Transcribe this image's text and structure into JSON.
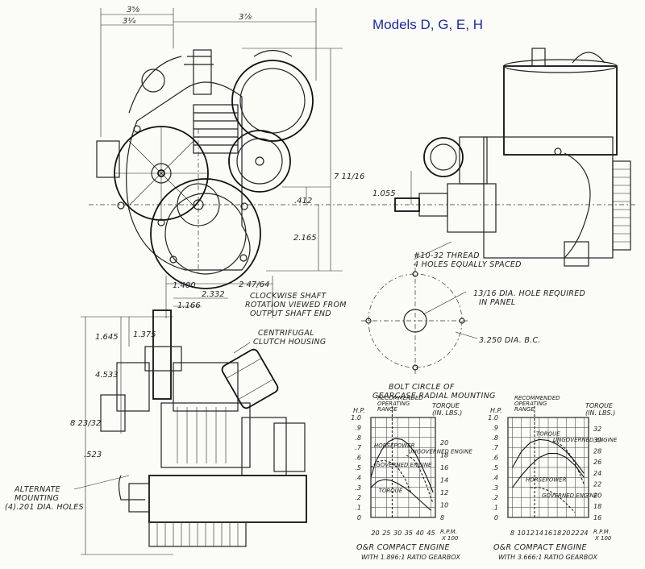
{
  "title": "Models D, G, E, H",
  "front_view": {
    "dims": {
      "overall_width": "3⅝",
      "left_width": "3¼",
      "right_width": "3⅞",
      "height": "7 11/16",
      "center_offset": ".412",
      "lower_height": "2.165",
      "offset_1400": "1.400",
      "offset_2_47_64": "2 47/64"
    }
  },
  "side_view": {
    "dims": {
      "shaft_height": "1.055"
    },
    "thread_note_1": "#10-32 THREAD",
    "thread_note_2": "4 HOLES EQUALLY SPACED"
  },
  "bolt_circle": {
    "hole_note_1": "13/16 DIA. HOLE REQUIRED",
    "hole_note_2": "IN PANEL",
    "bc_note": "3.250 DIA. B.C.",
    "caption_1": "BOLT CIRCLE OF",
    "caption_2": "GEARCASE RADIAL MOUNTING"
  },
  "bottom_view": {
    "dims": {
      "d_2332": "2.332",
      "d_1166": "1.166",
      "d_1645": "1.645",
      "d_1375": "1.375",
      "d_4533": "4.533",
      "d_height": "8 23/32",
      "d_523": ".523"
    },
    "rotation_note_1": "CLOCKWISE SHAFT",
    "rotation_note_2": "ROTATION VIEWED FROM",
    "rotation_note_3": "OUTPUT SHAFT END",
    "clutch_note_1": "CENTRIFUGAL",
    "clutch_note_2": "CLUTCH HOUSING",
    "mount_note_1": "ALTERNATE",
    "mount_note_2": "MOUNTING",
    "mount_note_3": "(4).201 DIA. HOLES"
  },
  "chart_data": [
    {
      "type": "line",
      "hp_axis_label": "H.P.",
      "torque_axis_label_1": "TORQUE",
      "torque_axis_label_2": "(IN. LBS.)",
      "range_label_1": "RECOMMENDED",
      "range_label_2": "OPERATING",
      "range_label_3": "RANGE",
      "xlabel_1": "R.P.M.",
      "xlabel_2": "X 100",
      "x_ticks": [
        "20",
        "25",
        "30",
        "35",
        "40",
        "45"
      ],
      "hp_ticks": [
        "0",
        ".1",
        ".2",
        ".3",
        ".4",
        ".5",
        ".6",
        ".7",
        ".8",
        ".9",
        "1.0"
      ],
      "torque_ticks": [
        "8",
        "10",
        "12",
        "14",
        "16",
        "18",
        "20"
      ],
      "hp_lim": [
        0,
        1.0
      ],
      "x_lim": [
        18,
        47
      ],
      "torque_lim": [
        8,
        24
      ],
      "curve_labels": [
        "HORSEPOWER",
        "UNGOVERNED ENGINE",
        "GOVERNED ENGINE",
        "TORQUE"
      ],
      "series": [
        {
          "name": "HORSEPOWER",
          "x": [
            18,
            20,
            23,
            26,
            29,
            32,
            35,
            38,
            41,
            44,
            46
          ],
          "y": [
            0.4,
            0.55,
            0.68,
            0.76,
            0.79,
            0.78,
            0.73,
            0.64,
            0.51,
            0.36,
            0.25
          ]
        },
        {
          "name": "UNGOVERNED ENGINE",
          "x": [
            34,
            36,
            38,
            40,
            42,
            44,
            46
          ],
          "y": [
            0.62,
            0.6,
            0.56,
            0.48,
            0.38,
            0.26,
            0.14
          ]
        },
        {
          "name": "GOVERNED ENGINE",
          "x": [
            18,
            21,
            24,
            27,
            30,
            33,
            36
          ],
          "y": [
            0.5,
            0.56,
            0.57,
            0.55,
            0.5,
            0.4,
            0.25
          ]
        },
        {
          "name": "TORQUE",
          "x": [
            18,
            21,
            24,
            27,
            30,
            33,
            36,
            39,
            42,
            45
          ],
          "y": [
            0.3,
            0.36,
            0.38,
            0.37,
            0.34,
            0.3,
            0.25,
            0.19,
            0.13,
            0.07
          ]
        }
      ],
      "caption_1": "O&R COMPACT ENGINE",
      "caption_2": "WITH 1.896:1 RATIO GEARBOX"
    },
    {
      "type": "line",
      "hp_axis_label": "H.P.",
      "torque_axis_label_1": "TORQUE",
      "torque_axis_label_2": "(IN. LBS.)",
      "range_label_1": "RECOMMENDED",
      "range_label_2": "OPERATING",
      "range_label_3": "RANGE",
      "xlabel_1": "R.P.M.",
      "xlabel_2": "X 100",
      "x_ticks": [
        "8",
        "10",
        "12",
        "14",
        "16",
        "18",
        "20",
        "22",
        "24"
      ],
      "hp_ticks": [
        "0",
        ".1",
        ".2",
        ".3",
        ".4",
        ".5",
        ".6",
        ".7",
        ".8",
        ".9",
        "1.0"
      ],
      "torque_ticks": [
        "16",
        "18",
        "20",
        "22",
        "24",
        "26",
        "28",
        "30",
        "32"
      ],
      "hp_lim": [
        0,
        1.0
      ],
      "x_lim": [
        7,
        25
      ],
      "torque_lim": [
        16,
        34
      ],
      "curve_labels": [
        "TORQUE",
        "UNGOVERNED ENGINE",
        "HORSEPOWER",
        "GOVERNED ENGINE"
      ],
      "series": [
        {
          "name": "TORQUE",
          "x": [
            8,
            10,
            12,
            14,
            16,
            18,
            20,
            22,
            24
          ],
          "y": [
            0.5,
            0.66,
            0.75,
            0.78,
            0.77,
            0.73,
            0.66,
            0.56,
            0.44
          ]
        },
        {
          "name": "UNGOVERNED ENGINE",
          "x": [
            17,
            18,
            19,
            20,
            21,
            22,
            23,
            24
          ],
          "y": [
            0.76,
            0.75,
            0.72,
            0.68,
            0.62,
            0.54,
            0.44,
            0.33
          ]
        },
        {
          "name": "HORSEPOWER",
          "x": [
            8,
            10,
            12,
            14,
            16,
            18,
            20,
            22,
            24
          ],
          "y": [
            0.3,
            0.42,
            0.52,
            0.6,
            0.64,
            0.64,
            0.6,
            0.52,
            0.4
          ]
        },
        {
          "name": "GOVERNED ENGINE",
          "x": [
            12,
            14,
            16,
            18,
            20,
            22
          ],
          "y": [
            0.3,
            0.3,
            0.27,
            0.22,
            0.14,
            0.05
          ]
        }
      ],
      "caption_1": "O&R COMPACT ENGINE",
      "caption_2": "WITH 3.666:1 RATIO GEARBOX"
    }
  ]
}
